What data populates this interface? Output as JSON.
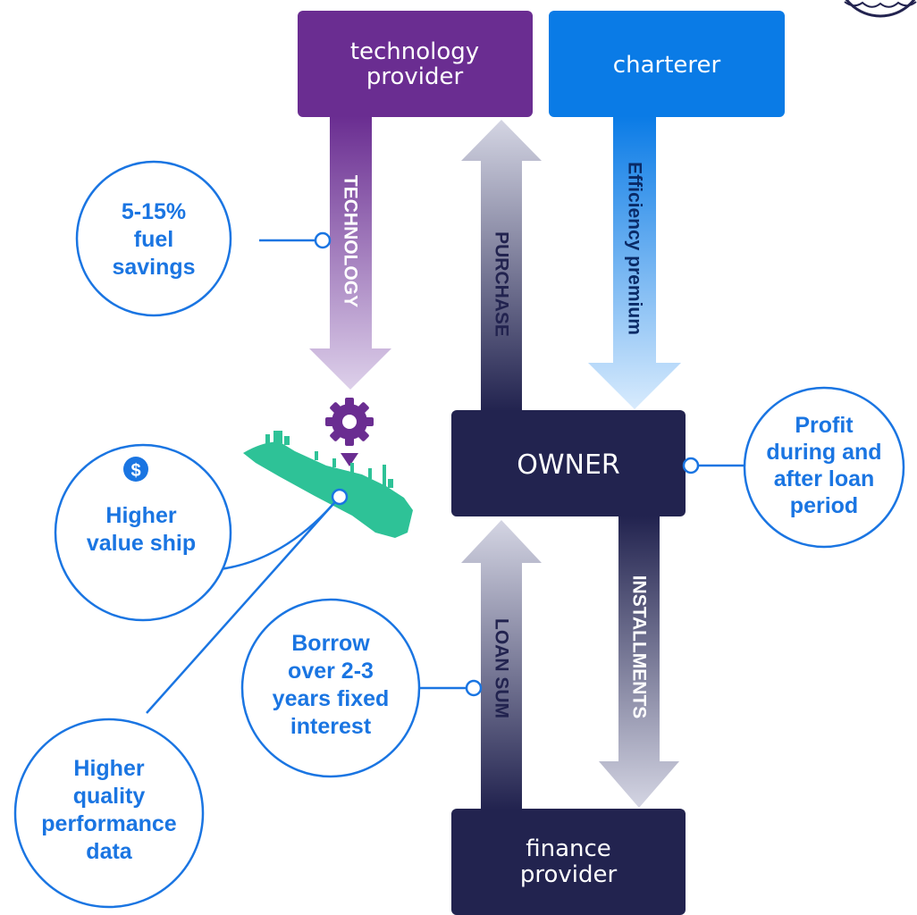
{
  "colors": {
    "purple": "#6a2d91",
    "blue": "#0a7be6",
    "navy": "#22234f",
    "accent": "#1a75e2",
    "ship": "#2ec297",
    "purple_light": "#ddd0ea",
    "blue_light": "#d8ebfd",
    "gray_light": "#d4d5e3"
  },
  "boxes": {
    "technology_provider": [
      "technology",
      "provider"
    ],
    "charterer": "charterer",
    "owner": "OWNER",
    "finance_provider": [
      "finance",
      "provider"
    ]
  },
  "arrows": {
    "technology": "TECHNOLOGY",
    "purchase": "PURCHASE",
    "efficiency_premium": "Efficiency premium",
    "installments": "INSTALLMENTS",
    "loan_sum": "LOAN SUM"
  },
  "bubbles": {
    "fuel_savings": [
      "5-15%",
      "fuel",
      "savings"
    ],
    "profit": [
      "Profit",
      "during and",
      "after loan",
      "period"
    ],
    "higher_value_ship": [
      "Higher",
      "value ship"
    ],
    "borrow": [
      "Borrow",
      "over 2-3",
      "years fixed",
      "interest"
    ],
    "performance_data": [
      "Higher",
      "quality",
      "performance",
      "data"
    ]
  },
  "icons": {
    "gear": "gear-icon",
    "marker": "triangle-down-icon",
    "ship": "ship-icon",
    "dollar": "dollar-icon",
    "dollar_glyph": "$"
  }
}
